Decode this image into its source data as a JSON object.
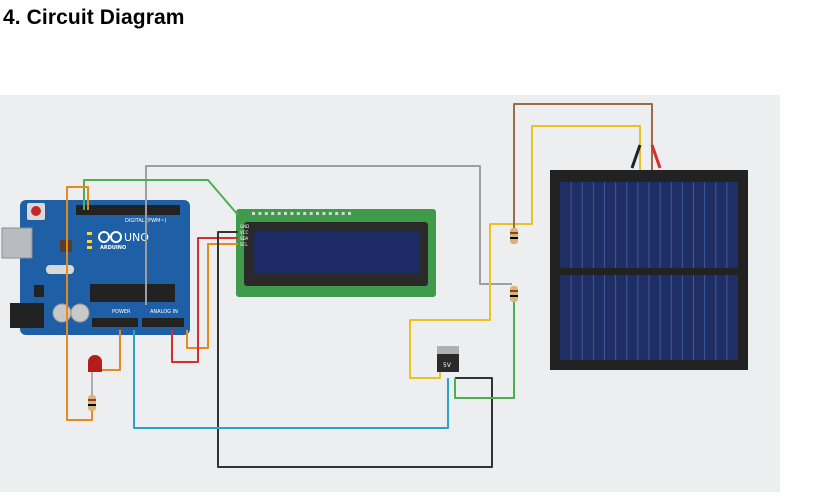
{
  "heading": "4. Circuit Diagram",
  "board": {
    "logo_text": "UNO",
    "brand": "ARDUINO",
    "digital_label": "DIGITAL (PWM~)",
    "power_label": "POWER",
    "analog_label": "ANALOG IN"
  },
  "lcd": {
    "pins": [
      "GND",
      "VCC",
      "SDA",
      "SCL"
    ]
  },
  "regulator": {
    "label": "5V"
  },
  "colors": {
    "canvas": "#eceeef",
    "arduino": "#1f5fa6",
    "lcd_board": "#3f9a49",
    "lcd_screen": "#1c2a66",
    "solar_panel": "#1f2f66",
    "wire_green": "#4caf50",
    "wire_grey": "#9e9e9e",
    "wire_orange": "#e68a1c",
    "wire_red": "#d32f2f",
    "wire_yellow": "#e8c31e",
    "wire_brown": "#9b6b4a",
    "wire_cyan": "#2ba3c4",
    "wire_black": "#333333"
  }
}
